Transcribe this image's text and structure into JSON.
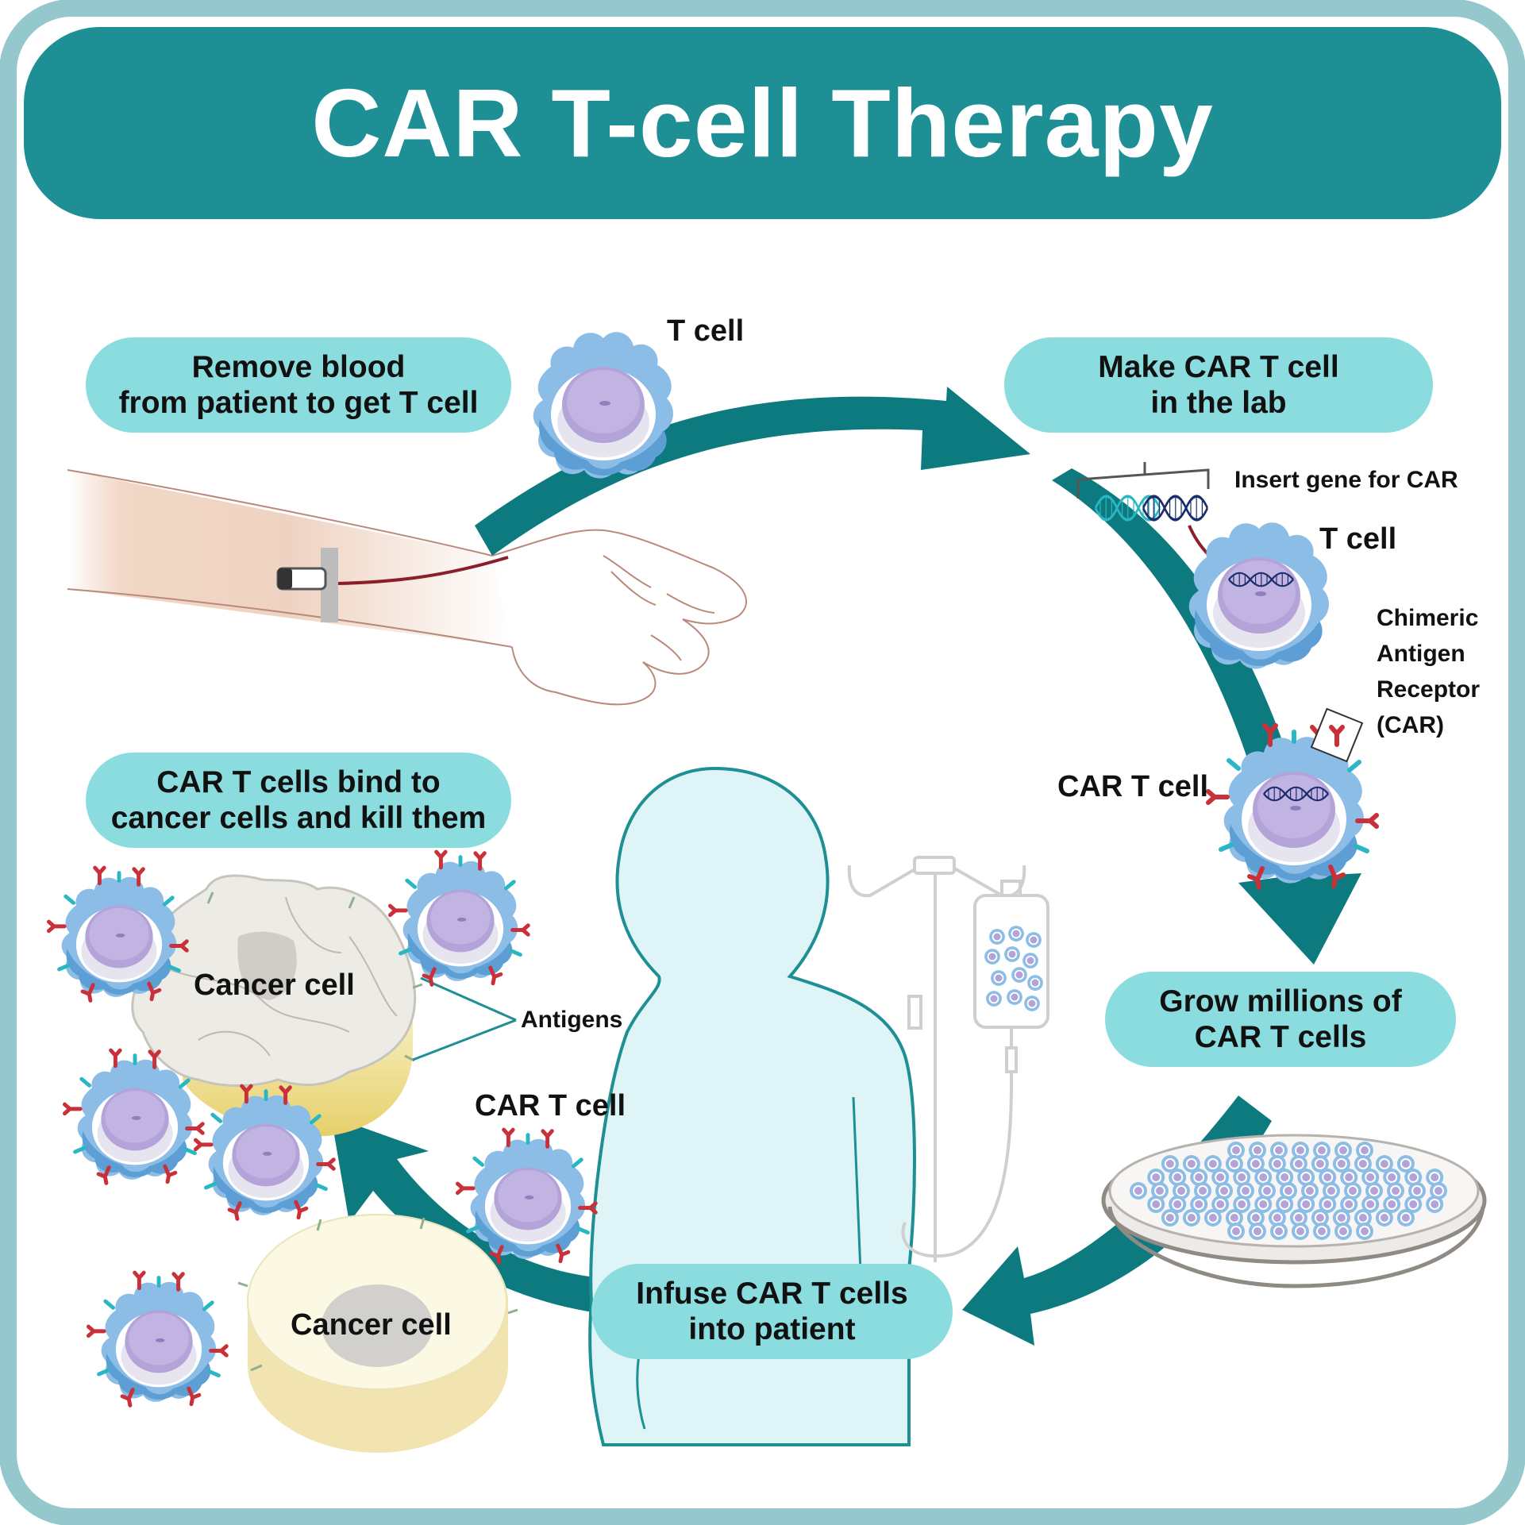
{
  "title": "CAR T-cell Therapy",
  "colors": {
    "frame": "#95c8cc",
    "title_bar": "#1e8f94",
    "pill": "#8adcdf",
    "arrow": "#0d7a80",
    "cell_nucleus": "#b3a3d8",
    "cell_membrane": "#8cbde6",
    "receptor_red": "#c9303a",
    "receptor_teal": "#2bb6c4",
    "patient_silhouette": "#dff4f6",
    "cancer_cell": "#f4efcf"
  },
  "steps": [
    {
      "line1": "Remove blood",
      "line2": "from patient to get T cell"
    },
    {
      "line1": "Make CAR T cell",
      "line2": "in the lab"
    },
    {
      "line1": "Grow millions of",
      "line2": "CAR T cells"
    },
    {
      "line1": "Infuse CAR T cells",
      "line2": "into patient"
    },
    {
      "line1": "CAR T cells bind to",
      "line2": "cancer cells and kill them"
    }
  ],
  "labels": {
    "t_cell_top": "T cell",
    "insert_gene": "Insert gene for CAR",
    "t_cell_lab": "T cell",
    "car": [
      "Chimeric",
      "Antigen",
      "Receptor",
      "(CAR)"
    ],
    "car_t_cell_lab": "CAR T cell",
    "car_t_cell_infuse": "CAR T cell",
    "cancer_cell_top": "Cancer cell",
    "antigens": "Antigens",
    "cancer_cell_bottom": "Cancer cell"
  },
  "icons": {
    "t_cell": "t-cell-icon",
    "car_t_cell": "car-t-cell-icon",
    "arm": "arm-with-catheter-icon",
    "dna": "dna-helix-icon",
    "petri_dish": "petri-dish-icon",
    "iv_bag": "iv-bag-icon",
    "patient": "patient-silhouette-icon",
    "cancer_cell": "cancer-cell-icon"
  }
}
